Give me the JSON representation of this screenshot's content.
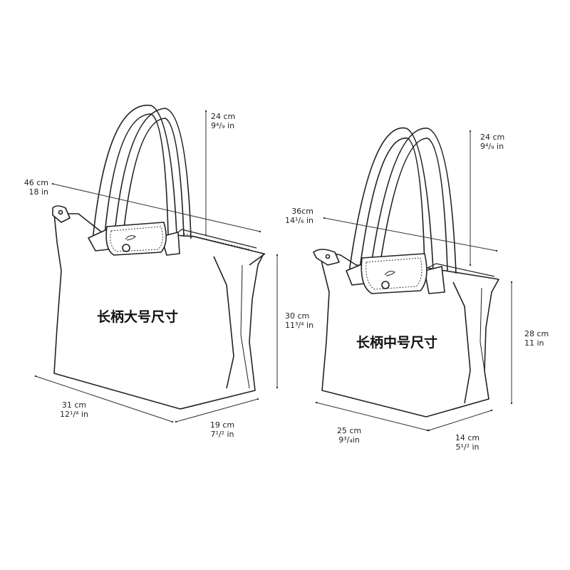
{
  "bags": [
    {
      "title": "长柄大号尺寸",
      "handle": {
        "cm": "24 cm",
        "in": "9⁴/₉ in"
      },
      "length": {
        "cm": "46 cm",
        "in": "18 in"
      },
      "height": {
        "cm": "30 cm",
        "in": "11³/⁴ in"
      },
      "bottom": {
        "cm": "31 cm",
        "in": "12¹/⁴ in"
      },
      "depth": {
        "cm": "19 cm",
        "in": "7¹/² in"
      }
    },
    {
      "title": "长柄中号尺寸",
      "handle": {
        "cm": "24 cm",
        "in": "9⁴/₉ in"
      },
      "length": {
        "cm": "36cm",
        "in": "14¹/₆ in"
      },
      "height": {
        "cm": "28 cm",
        "in": "11 in"
      },
      "bottom": {
        "cm": "25 cm",
        "in": "9³/₄in"
      },
      "depth": {
        "cm": "14 cm",
        "in": "5¹/² in"
      }
    }
  ]
}
